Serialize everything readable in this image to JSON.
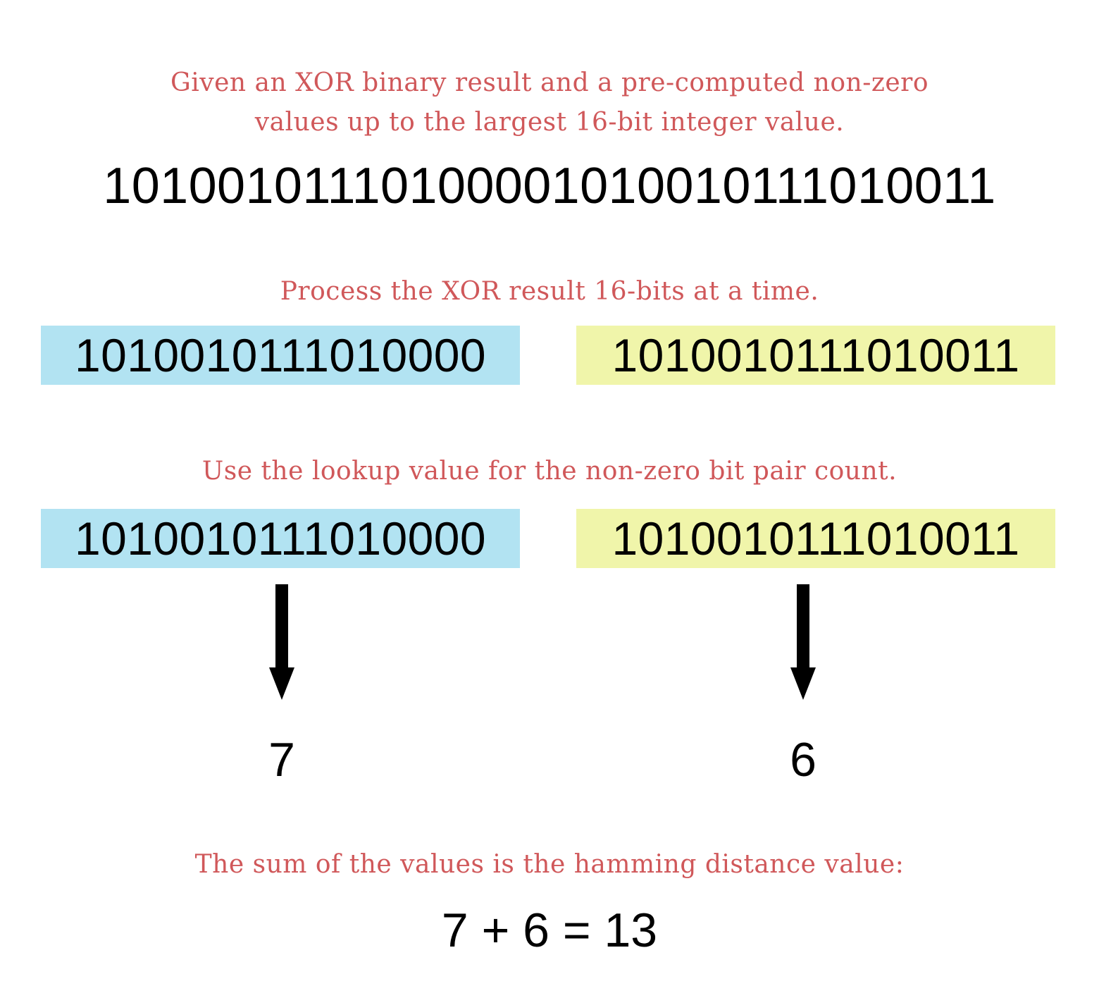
{
  "captions": {
    "intro": "Given an XOR binary result and a pre-computed non-zero values up to the largest 16-bit integer value.",
    "process": "Process the XOR result 16-bits at a time.",
    "lookup": "Use the lookup value for the non-zero bit pair count.",
    "sum": "The sum of the values is the hamming distance value:"
  },
  "xor_result": "10100101110100001010010111010011",
  "chunks": {
    "left": "1010010111010000",
    "right": "1010010111010011"
  },
  "lookup_values": {
    "left": "7",
    "right": "6"
  },
  "equation": "7 + 6 = 13",
  "colors": {
    "caption": "#d0585a",
    "chunk_left_bg": "#b2e3f2",
    "chunk_right_bg": "#f0f5aa",
    "arrow": "#000000"
  }
}
